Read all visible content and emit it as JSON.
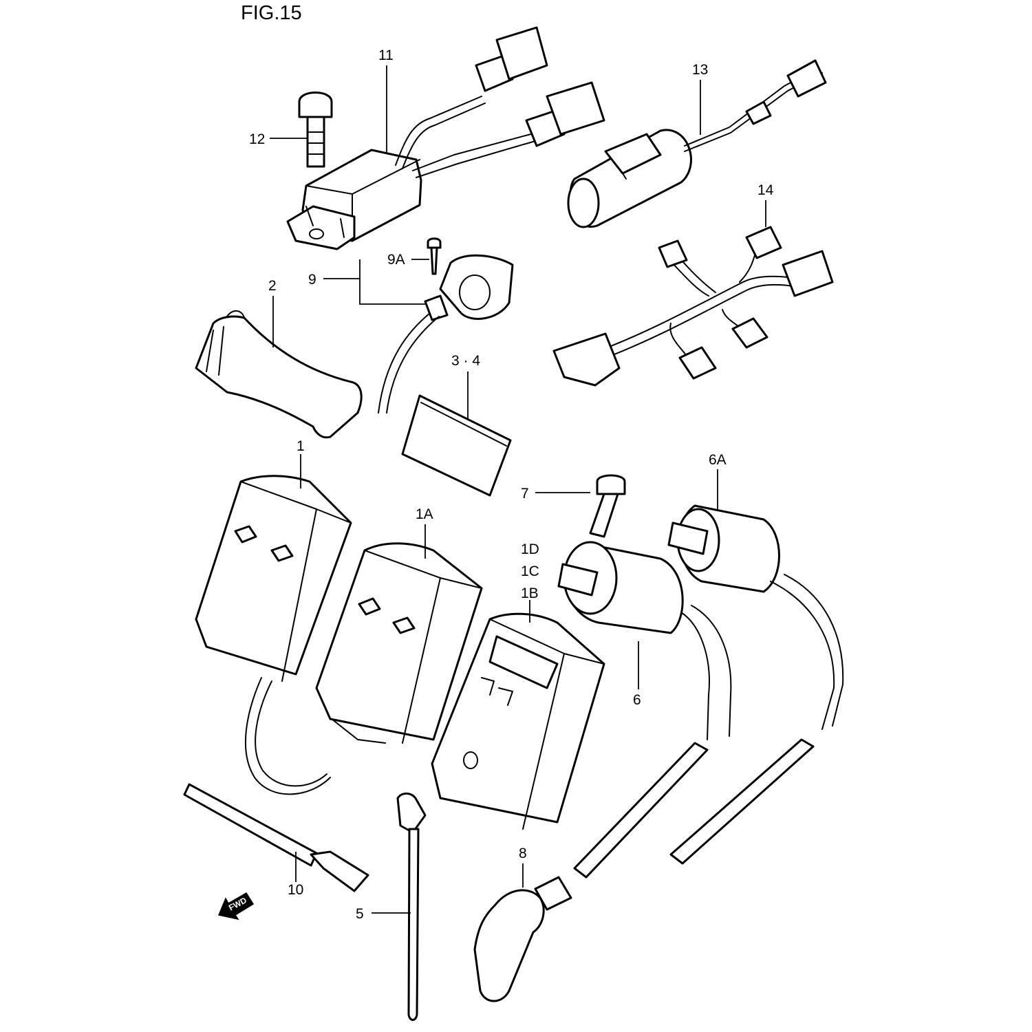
{
  "figure": {
    "title": "FIG.15"
  },
  "callouts": {
    "c1": "1",
    "c1A": "1A",
    "c1D": "1D",
    "c1C": "1C",
    "c1B": "1B",
    "c2": "2",
    "c34": "3 · 4",
    "c5": "5",
    "c6": "6",
    "c6A": "6A",
    "c7": "7",
    "c8": "8",
    "c9": "9",
    "c9A": "9A",
    "c10": "10",
    "c11": "11",
    "c12": "12",
    "c13": "13",
    "c14": "14"
  },
  "direction_arrow": {
    "label": "FWD",
    "icon": "fwd-arrow-icon"
  }
}
